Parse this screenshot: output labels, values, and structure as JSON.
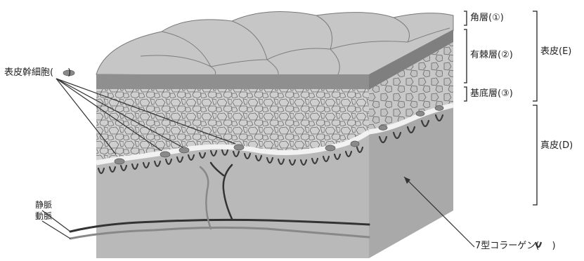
{
  "labels": {
    "stem_cell": "表皮幹細胞(",
    "stem_cell_close": ")",
    "vein": "静脈",
    "artery": "動脈",
    "stratum_corneum": "角層(①)",
    "spinous_layer": "有棘層(②)",
    "basal_layer": "基底層(③)",
    "epidermis": "表皮(E)",
    "dermis": "真皮(D)",
    "collagen_prefix": "7型コラーゲン(",
    "collagen_suffix": " )"
  },
  "colors": {
    "dermis_front": "#b9b9b9",
    "dermis_side": "#a9a9a9",
    "cornified_top": "#c4c4c4",
    "cornified_band": "#8f8f8f",
    "epidermis_cells": "#d6d6d6",
    "stem_cell": "#8a8a8a",
    "collagen": "#444444",
    "vein": "#333333",
    "artery": "#7a7a7a"
  }
}
